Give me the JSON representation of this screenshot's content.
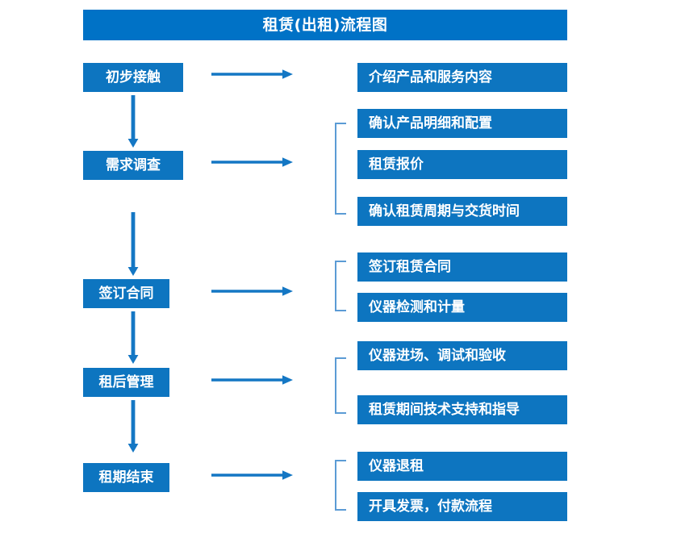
{
  "diagram": {
    "title": "租赁(出租)流程图",
    "colors": {
      "title_bar": "#0072C6",
      "box": "#0D75C0",
      "arrow": "#1477C4",
      "bracket": "#5B9BD5",
      "text": "#FFFFFF",
      "background": "#FFFFFF"
    },
    "stages": [
      {
        "id": "stage-1",
        "label": "初步接触",
        "arrow_label": "arrow-right-icon",
        "details": [
          "介绍产品和服务内容"
        ],
        "has_bracket": false
      },
      {
        "id": "stage-2",
        "label": "需求调查",
        "arrow_label": "arrow-right-icon",
        "details": [
          "确认产品明细和配置",
          "租赁报价",
          "确认租赁周期与交货时间"
        ],
        "has_bracket": true
      },
      {
        "id": "stage-3",
        "label": "签订合同",
        "arrow_label": "arrow-right-icon",
        "details": [
          "签订租赁合同",
          "仪器检测和计量"
        ],
        "has_bracket": true
      },
      {
        "id": "stage-4",
        "label": "租后管理",
        "arrow_label": "arrow-right-icon",
        "details": [
          "仪器进场、调试和验收",
          "租赁期间技术支持和指导"
        ],
        "has_bracket": true
      },
      {
        "id": "stage-5",
        "label": "租期结束",
        "arrow_label": "arrow-right-icon",
        "details": [
          "仪器退租",
          "开具发票，付款流程"
        ],
        "has_bracket": true
      }
    ],
    "flow_connectors": [
      "down-arrow-icon",
      "down-arrow-icon",
      "down-arrow-icon",
      "down-arrow-icon"
    ]
  }
}
